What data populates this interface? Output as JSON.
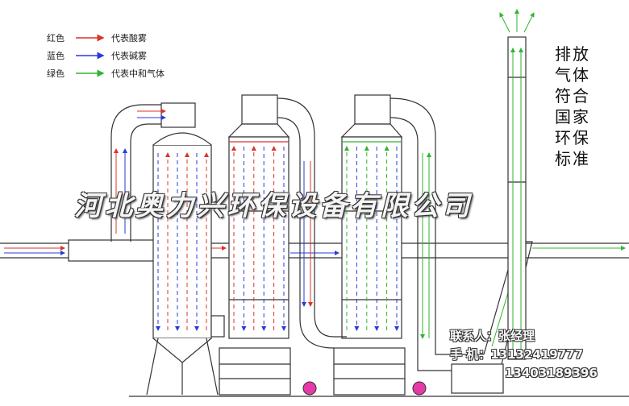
{
  "legend": [
    {
      "label": "红色",
      "text": "代表酸雾",
      "color": "#d9342b"
    },
    {
      "label": "蓝色",
      "text": "代表碱雾",
      "color": "#2a3bd8"
    },
    {
      "label": "绿色",
      "text": "代表中和气体",
      "color": "#2fb52f"
    }
  ],
  "side_note": [
    "排放",
    "气体",
    "符合",
    "国家",
    "环保",
    "标准"
  ],
  "watermark": "河北奥力兴环保设备有限公司",
  "contact": {
    "person": "联系人：张经理",
    "phone_label": "手   机：",
    "phone1": "13132419777",
    "phone2": "13403189396"
  },
  "colors": {
    "acid": "#d9342b",
    "alkali": "#2a3bd8",
    "neutral": "#2fb52f",
    "line": "#333333"
  }
}
